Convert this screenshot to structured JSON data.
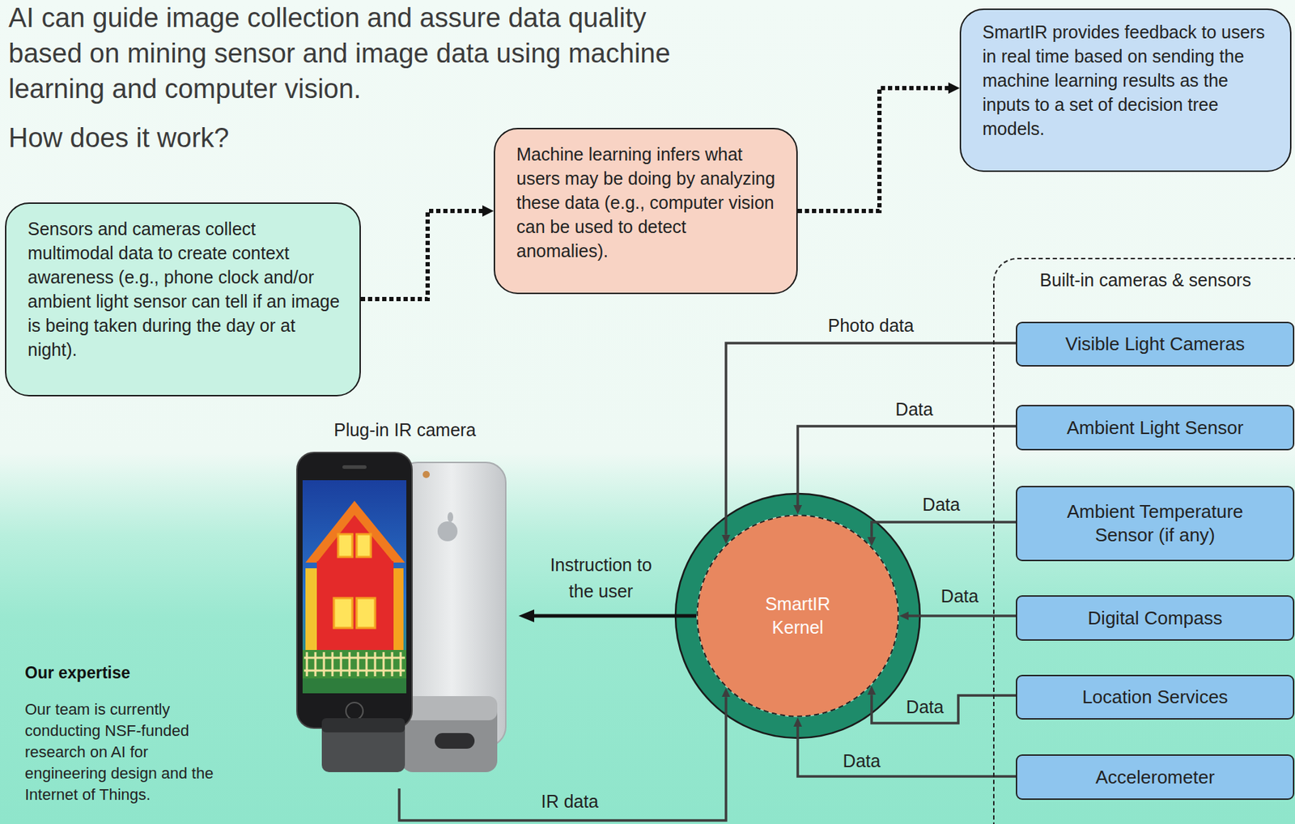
{
  "diagram": {
    "title": "AI can guide image collection and assure data quality based on mining sensor and image data using machine learning and computer vision.",
    "nodes": [
      {
        "text": [
          "Sensors and cameras collect multimodal data to create context awareness (e.g., phone clock and/or ambient light sensor can tell if an image is being taken during the day or at night)."
        ]
      },
      {
        "text": [
          "Machine learning infers what users may be doing by analyzing these data (e.g., computer vision can be used to detect anomalies)."
        ]
      },
      {
        "text": [
          "SmartIR provides feedback to users in real time based on sending the machine learning results as the inputs to a set of decision tree models."
        ]
      },
      {
        "text": [
          "Built-in cameras & sensors"
        ]
      },
      {
        "text": [
          "Visible Light Cameras"
        ],
        "in": 3
      },
      {
        "text": [
          "Ambient Light Sensor"
        ],
        "in": 3
      },
      {
        "text": [
          "Ambient Temperature Sensor (if any)"
        ],
        "in": 3
      },
      {
        "text": [
          "Digital Compass"
        ],
        "in": 3
      },
      {
        "text": [
          "Location Services"
        ],
        "in": 3
      },
      {
        "text": [
          "Accelerometer"
        ],
        "in": 3
      },
      {
        "text": [
          "SmartIR Kernel"
        ]
      },
      {
        "text": [
          "Plug-in IR camera"
        ]
      }
    ],
    "edges": [
      {
        "from": 0,
        "to": 1,
        "arrow": "to"
      },
      {
        "from": 1,
        "to": 2,
        "arrow": "to"
      },
      {
        "from": 4,
        "to": 10,
        "label": "Photo data",
        "arrow": "to"
      },
      {
        "from": 5,
        "to": 10,
        "label": "Data",
        "arrow": "to"
      },
      {
        "from": 6,
        "to": 10,
        "label": "Data",
        "arrow": "to"
      },
      {
        "from": 7,
        "to": 10,
        "label": "Data",
        "arrow": "to"
      },
      {
        "from": 8,
        "to": 10,
        "label": "Data",
        "arrow": "to"
      },
      {
        "from": 9,
        "to": 10,
        "label": "Data",
        "arrow": "to"
      },
      {
        "from": 11,
        "to": 10,
        "label": "IR data",
        "arrow": "to"
      },
      {
        "from": 10,
        "to": 11,
        "label": "Instruction to the user",
        "arrow": "to"
      }
    ],
    "labels": [
      "How does it work?",
      "Our expertise",
      "Our team is currently conducting NSF-funded research on AI for engineering design and the Internet of Things."
    ]
  }
}
